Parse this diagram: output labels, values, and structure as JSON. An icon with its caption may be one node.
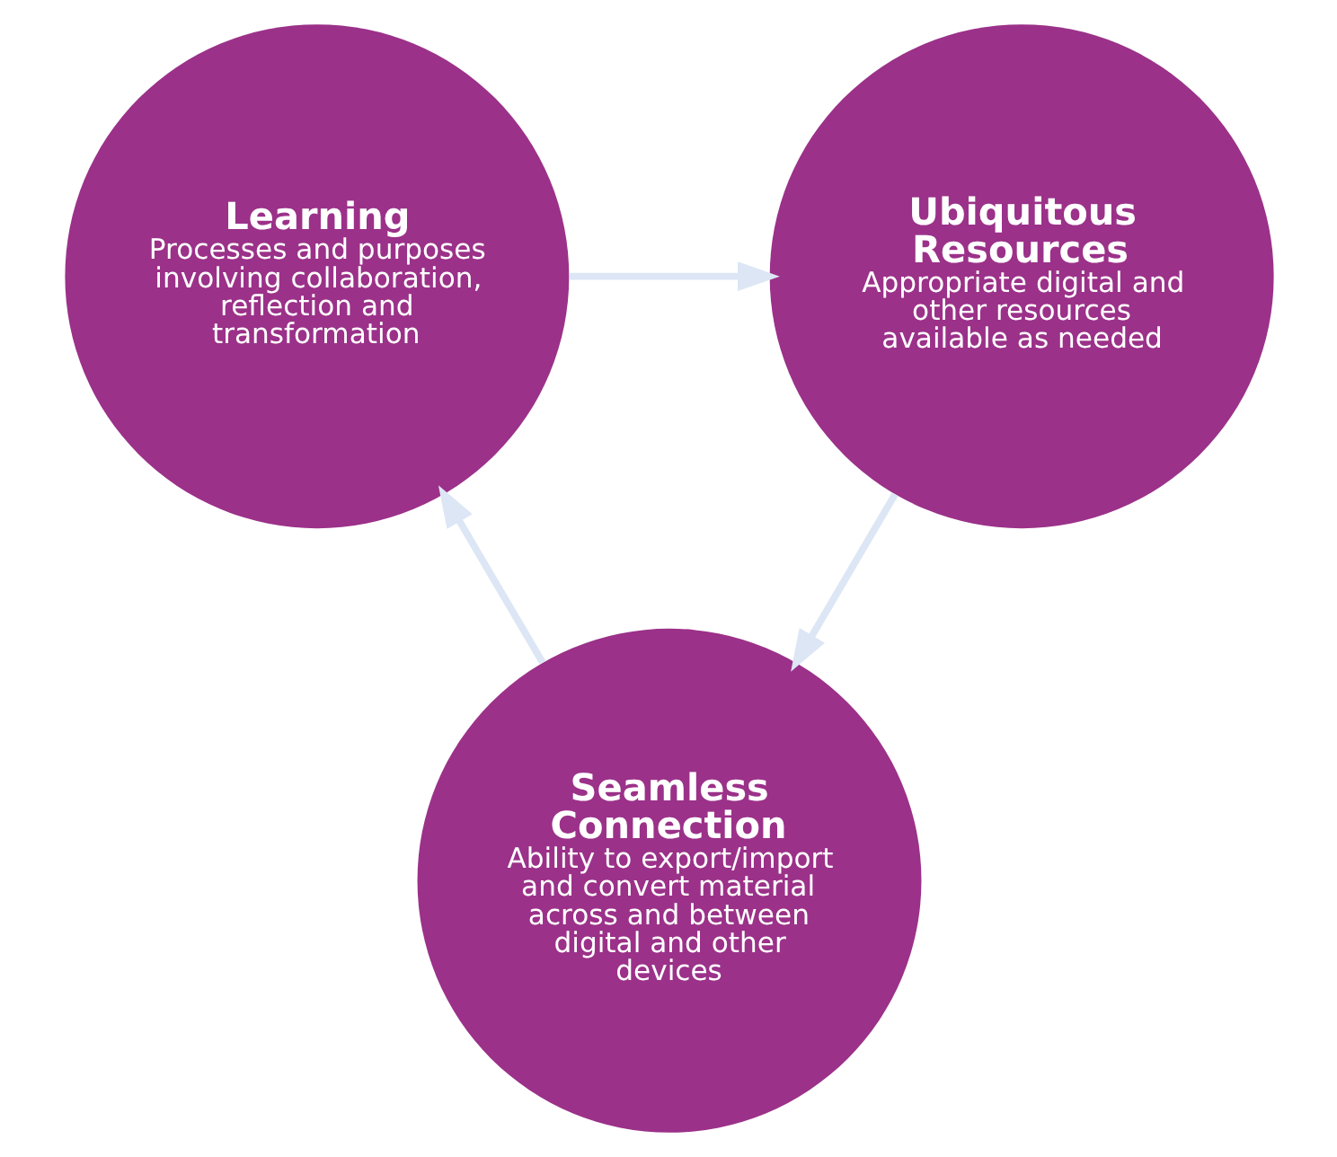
{
  "diagram": {
    "nodes": [
      {
        "text": [
          "Learning",
          "Processes and purposes involving collaboration, reflection and transformation"
        ]
      },
      {
        "text": [
          "Ubiquitous Resources",
          "Appropriate digital and other resources available as needed"
        ]
      },
      {
        "text": [
          "Seamless Connection",
          "Ability to export/import and convert material across and between digital and other devices"
        ]
      }
    ],
    "edges": [
      {
        "from": 0,
        "to": 1,
        "arrow": "to"
      },
      {
        "from": 1,
        "to": 2,
        "arrow": "to"
      },
      {
        "from": 2,
        "to": 0,
        "arrow": "to"
      }
    ]
  }
}
